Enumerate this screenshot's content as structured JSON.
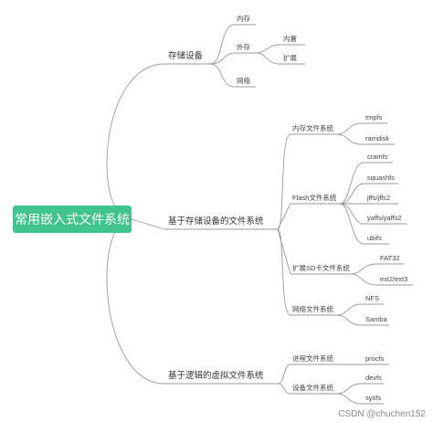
{
  "root": "常用嵌入式文件系统",
  "branch_storage": {
    "label": "存储设备",
    "memory": "内存",
    "external": "外存",
    "built_in": "内置",
    "expansion": "扩展",
    "network": "网络"
  },
  "branch_fs": {
    "label": "基于存储设备的文件系统",
    "ramfs_group": "内存文件系统",
    "tmpfs": "tmpfs",
    "ramdisk": "ramdisk",
    "flash_group": "Flash文件系统",
    "cramfs": "cramfs",
    "squashfs": "squashfs",
    "jffs": "jffs/jffs2",
    "yaffs": "yaffs/yaffs2",
    "ubifs": "ubifs",
    "sd_group": "扩展SD卡文件系统",
    "fat32": "FAT32",
    "ext": "ext2/ext3",
    "net_group": "网络文件系统",
    "nfs": "NFS",
    "samba": "Samba"
  },
  "branch_virtual": {
    "label": "基于逻辑的虚拟文件系统",
    "proc_group": "进程文件系统",
    "procfs": "procfs",
    "dev_group": "设备文件系统",
    "devfs": "devfs",
    "sysfs": "sysfs"
  },
  "watermark": "CSDN @chuchen152"
}
